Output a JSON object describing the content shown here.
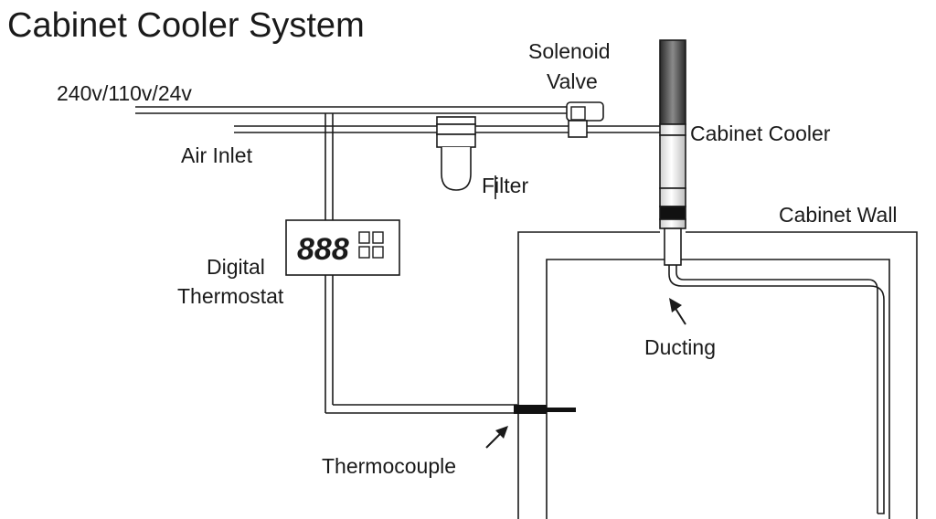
{
  "title": "Cabinet Cooler System",
  "labels": {
    "power": "240v/110v/24v",
    "solenoid_valve_line1": "Solenoid",
    "solenoid_valve_line2": "Valve",
    "air_inlet": "Air Inlet",
    "filter": "Filter",
    "cabinet_cooler": "Cabinet Cooler",
    "cabinet_wall": "Cabinet Wall",
    "digital_line1": "Digital",
    "digital_line2": "Thermostat",
    "thermostat_display": "888",
    "ducting": "Ducting",
    "thermocouple": "Thermocouple"
  },
  "colors": {
    "line": "#1a1a1a",
    "background": "#ffffff",
    "cooler_dark": "#3a3a3a"
  }
}
